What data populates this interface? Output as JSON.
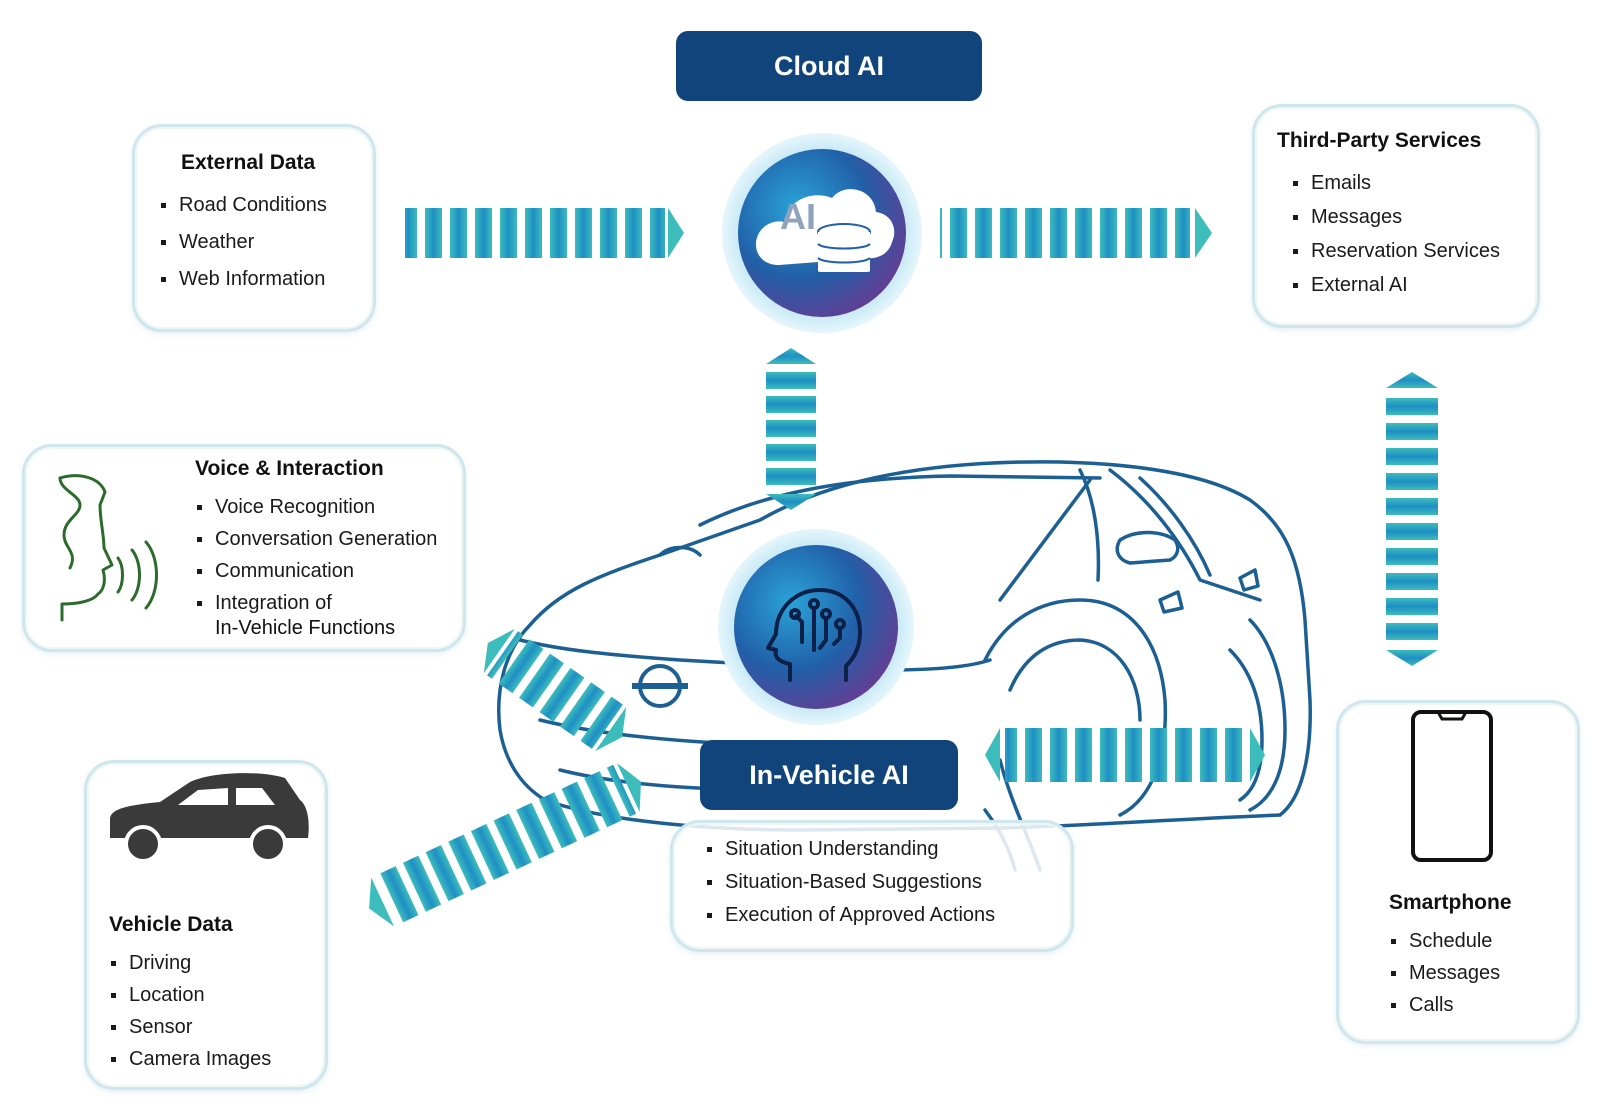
{
  "cloud_ai": {
    "label": "Cloud AI",
    "icon_text": "AI"
  },
  "in_vehicle_ai": {
    "label": "In-Vehicle AI",
    "items": [
      "Situation Understanding",
      "Situation-Based Suggestions",
      "Execution of Approved Actions"
    ]
  },
  "external_data": {
    "title": "External Data",
    "items": [
      "Road Conditions",
      "Weather",
      "Web Information"
    ]
  },
  "third_party": {
    "title": "Third-Party Services",
    "items": [
      "Emails",
      "Messages",
      "Reservation Services",
      "External AI"
    ]
  },
  "voice": {
    "title": "Voice & Interaction",
    "items": [
      "Voice Recognition",
      "Conversation Generation",
      "Communication",
      "Integration of"
    ],
    "item_continuation": "In-Vehicle Functions"
  },
  "vehicle_data": {
    "title": "Vehicle Data",
    "items": [
      "Driving",
      "Location",
      "Sensor",
      "Camera Images"
    ]
  },
  "smartphone": {
    "title": "Smartphone",
    "items": [
      "Schedule",
      "Messages",
      "Calls"
    ]
  },
  "colors": {
    "navy": "#11447a",
    "teal": "#3dbcbc",
    "blue": "#1e8fc4",
    "car_line": "#1c5f93",
    "voice_green": "#2c6b2c"
  },
  "icons": [
    "cloud-database-icon",
    "ai-head-icon",
    "speaking-head-icon",
    "car-icon",
    "smartphone-icon"
  ]
}
